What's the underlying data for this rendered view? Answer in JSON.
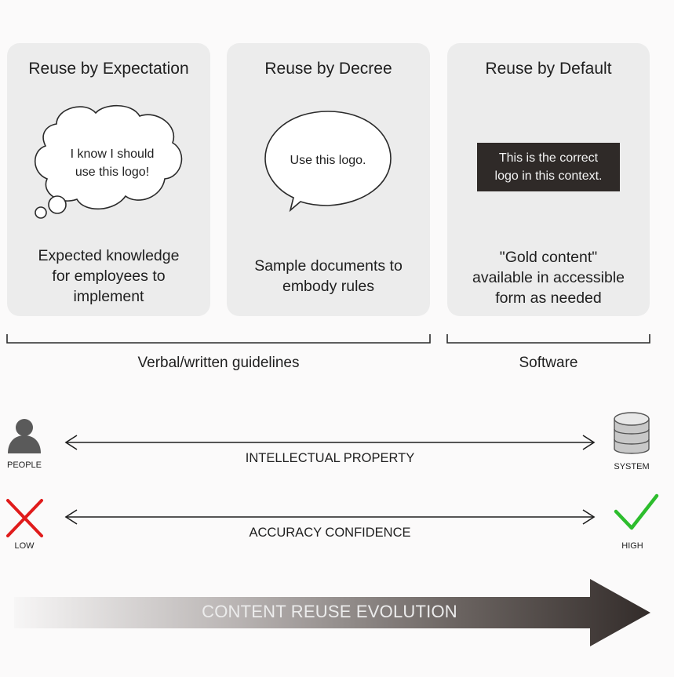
{
  "cards": [
    {
      "title": "Reuse by Expectation",
      "bubble_text": "I know I should\nuse this logo!",
      "description": "Expected knowledge\nfor employees to\nimplement"
    },
    {
      "title": "Reuse by Decree",
      "bubble_text": "Use this logo.",
      "description": "Sample documents to\nembody rules"
    },
    {
      "title": "Reuse by Default",
      "bubble_text": "This is the correct\nlogo in this context.",
      "description": "\"Gold content\"\navailable in accessible\nform as needed"
    }
  ],
  "groups": {
    "left_label": "Verbal/written guidelines",
    "right_label": "Software"
  },
  "axes": [
    {
      "label": "INTELLECTUAL PROPERTY",
      "left_end": "PEOPLE",
      "right_end": "SYSTEM"
    },
    {
      "label": "ACCURACY CONFIDENCE",
      "left_end": "LOW",
      "right_end": "HIGH"
    }
  ],
  "evolution": {
    "label": "CONTENT REUSE EVOLUTION"
  },
  "colors": {
    "card_bg": "#ececec",
    "dark_box": "#2f2a28",
    "cross_red": "#e01b1b",
    "check_green": "#2dbd2d",
    "person_gray": "#5a5a5a"
  },
  "icons": [
    "person-icon",
    "database-icon",
    "cross-icon",
    "check-icon"
  ]
}
